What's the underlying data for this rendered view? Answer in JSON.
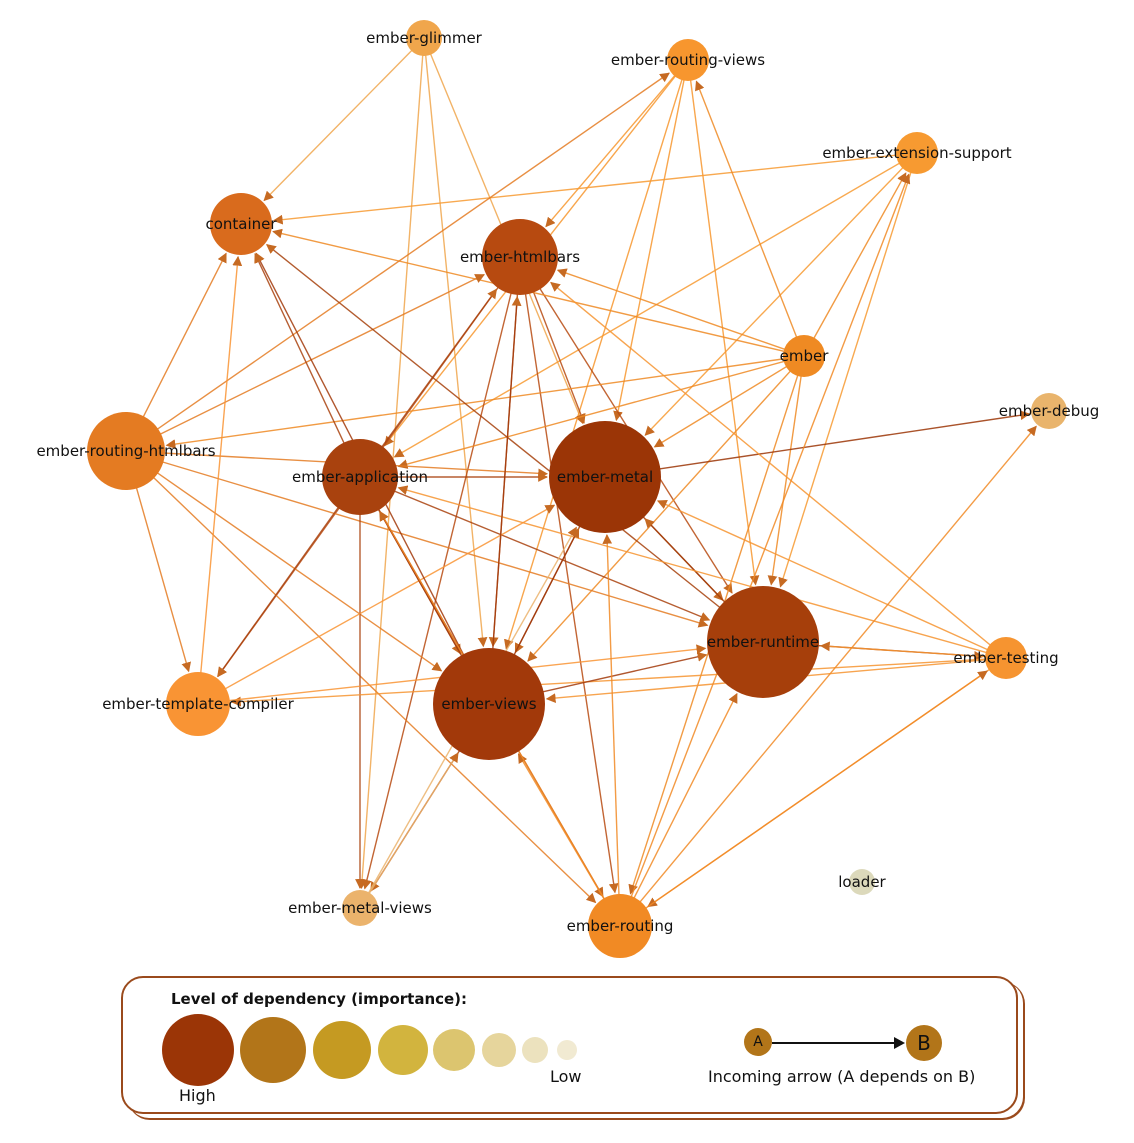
{
  "diagram": {
    "title": "Ember package dependency graph",
    "nodes": [
      {
        "id": "ember-glimmer",
        "label": "ember-glimmer",
        "level": 6,
        "color": "#f0a64c"
      },
      {
        "id": "ember-routing-views",
        "label": "ember-routing-views",
        "level": 5,
        "color": "#f7962e"
      },
      {
        "id": "ember-extension-support",
        "label": "ember-extension-support",
        "level": 5,
        "color": "#f79a31"
      },
      {
        "id": "container",
        "label": "container",
        "level": 2,
        "color": "#d96b1d"
      },
      {
        "id": "ember-htmlbars",
        "label": "ember-htmlbars",
        "level": 1,
        "color": "#b74a10"
      },
      {
        "id": "ember",
        "label": "ember",
        "level": 5,
        "color": "#ef8a23"
      },
      {
        "id": "ember-debug",
        "label": "ember-debug",
        "level": 6,
        "color": "#e9b46c"
      },
      {
        "id": "ember-routing-htmlbars",
        "label": "ember-routing-htmlbars",
        "level": 3,
        "color": "#e47b22"
      },
      {
        "id": "ember-application",
        "label": "ember-application",
        "level": 1,
        "color": "#a9420e"
      },
      {
        "id": "ember-metal",
        "label": "ember-metal",
        "level": 0,
        "color": "#9b3506"
      },
      {
        "id": "ember-runtime",
        "label": "ember-runtime",
        "level": 0,
        "color": "#a63f0b"
      },
      {
        "id": "ember-testing",
        "label": "ember-testing",
        "level": 5,
        "color": "#f69430"
      },
      {
        "id": "ember-template-compiler",
        "label": "ember-template-compiler",
        "level": 4,
        "color": "#f99434"
      },
      {
        "id": "ember-views",
        "label": "ember-views",
        "level": 0,
        "color": "#a2390a"
      },
      {
        "id": "ember-metal-views",
        "label": "ember-metal-views",
        "level": 6,
        "color": "#ebb36c"
      },
      {
        "id": "ember-routing",
        "label": "ember-routing",
        "level": 4,
        "color": "#f18a24"
      },
      {
        "id": "loader",
        "label": "loader",
        "level": 7,
        "color": "#dcd9bb"
      }
    ],
    "edges": [
      [
        "ember-glimmer",
        "container"
      ],
      [
        "ember-glimmer",
        "ember-metal"
      ],
      [
        "ember-glimmer",
        "ember-views"
      ],
      [
        "ember-glimmer",
        "ember-metal-views"
      ],
      [
        "ember-routing-views",
        "ember-htmlbars"
      ],
      [
        "ember-routing-views",
        "ember-metal"
      ],
      [
        "ember-routing-views",
        "ember-views"
      ],
      [
        "ember-routing-views",
        "ember-runtime"
      ],
      [
        "ember-routing-views",
        "ember-application"
      ],
      [
        "ember-extension-support",
        "container"
      ],
      [
        "ember-extension-support",
        "ember-metal"
      ],
      [
        "ember-extension-support",
        "ember-runtime"
      ],
      [
        "ember-extension-support",
        "ember-application"
      ],
      [
        "ember-htmlbars",
        "ember-metal"
      ],
      [
        "ember-htmlbars",
        "ember-views"
      ],
      [
        "ember-htmlbars",
        "ember-runtime"
      ],
      [
        "ember-htmlbars",
        "ember-metal-views"
      ],
      [
        "ember-htmlbars",
        "ember-template-compiler"
      ],
      [
        "ember-htmlbars",
        "ember-routing"
      ],
      [
        "ember",
        "container"
      ],
      [
        "ember",
        "ember-htmlbars"
      ],
      [
        "ember",
        "ember-metal"
      ],
      [
        "ember",
        "ember-runtime"
      ],
      [
        "ember",
        "ember-application"
      ],
      [
        "ember",
        "ember-views"
      ],
      [
        "ember",
        "ember-routing-views"
      ],
      [
        "ember",
        "ember-routing-htmlbars"
      ],
      [
        "ember",
        "ember-extension-support"
      ],
      [
        "ember",
        "ember-routing"
      ],
      [
        "ember-routing-htmlbars",
        "container"
      ],
      [
        "ember-routing-htmlbars",
        "ember-htmlbars"
      ],
      [
        "ember-routing-htmlbars",
        "ember-metal"
      ],
      [
        "ember-routing-htmlbars",
        "ember-views"
      ],
      [
        "ember-routing-htmlbars",
        "ember-runtime"
      ],
      [
        "ember-routing-htmlbars",
        "ember-routing"
      ],
      [
        "ember-routing-htmlbars",
        "ember-template-compiler"
      ],
      [
        "ember-routing-htmlbars",
        "ember-routing-views"
      ],
      [
        "ember-application",
        "container"
      ],
      [
        "ember-application",
        "ember-htmlbars"
      ],
      [
        "ember-application",
        "ember-metal"
      ],
      [
        "ember-application",
        "ember-views"
      ],
      [
        "ember-application",
        "ember-runtime"
      ],
      [
        "ember-application",
        "ember-routing"
      ],
      [
        "ember-application",
        "ember-template-compiler"
      ],
      [
        "ember-application",
        "ember-metal-views"
      ],
      [
        "ember-metal",
        "ember-debug"
      ],
      [
        "ember-metal",
        "ember-runtime"
      ],
      [
        "ember-metal",
        "ember-views"
      ],
      [
        "ember-runtime",
        "ember-metal"
      ],
      [
        "ember-runtime",
        "container"
      ],
      [
        "ember-runtime",
        "ember-testing"
      ],
      [
        "ember-testing",
        "ember-metal"
      ],
      [
        "ember-testing",
        "ember-runtime"
      ],
      [
        "ember-testing",
        "ember-views"
      ],
      [
        "ember-testing",
        "ember-application"
      ],
      [
        "ember-testing",
        "ember-routing"
      ],
      [
        "ember-testing",
        "ember-template-compiler"
      ],
      [
        "ember-testing",
        "ember-htmlbars"
      ],
      [
        "ember-template-compiler",
        "ember-metal"
      ],
      [
        "ember-template-compiler",
        "container"
      ],
      [
        "ember-template-compiler",
        "ember-runtime"
      ],
      [
        "ember-views",
        "ember-metal"
      ],
      [
        "ember-views",
        "ember-runtime"
      ],
      [
        "ember-views",
        "ember-htmlbars"
      ],
      [
        "ember-views",
        "ember-application"
      ],
      [
        "ember-views",
        "ember-metal-views"
      ],
      [
        "ember-views",
        "container"
      ],
      [
        "ember-metal-views",
        "ember-views"
      ],
      [
        "ember-metal-views",
        "ember-metal"
      ],
      [
        "ember-routing",
        "ember-views"
      ],
      [
        "ember-routing",
        "ember-metal"
      ],
      [
        "ember-routing",
        "ember-runtime"
      ],
      [
        "ember-routing",
        "ember-application"
      ],
      [
        "ember-routing",
        "ember-debug"
      ],
      [
        "ember-routing",
        "ember-testing"
      ],
      [
        "ember-routing",
        "ember-extension-support"
      ]
    ]
  },
  "legend": {
    "title": "Level of dependency (importance):",
    "high_label": "High",
    "low_label": "Low",
    "arrow_a": "A",
    "arrow_b": "B",
    "arrow_caption": "Incoming arrow (A depends on B)",
    "scale_colors": [
      "#9b3506",
      "#b27519",
      "#c59a22",
      "#d2b43e",
      "#dcc56f",
      "#e6d59c",
      "#ece2be",
      "#f1ead2"
    ]
  }
}
